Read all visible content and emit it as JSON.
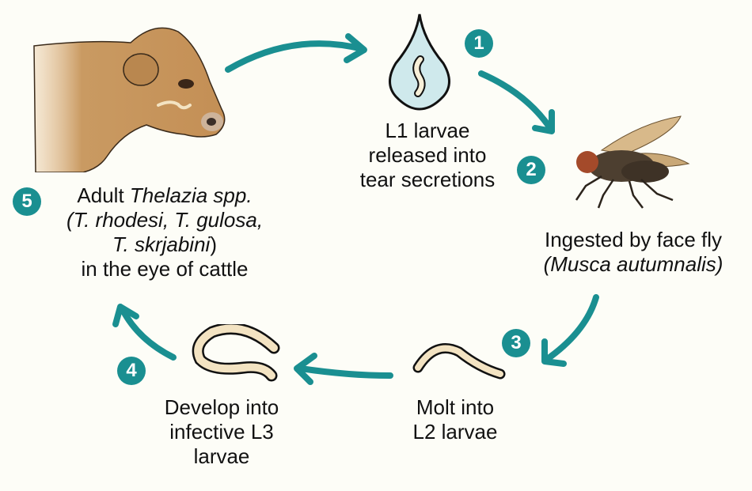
{
  "diagram": {
    "type": "life-cycle",
    "subject": "Thelazia spp. life cycle in cattle",
    "accent_color": "#1a8f91",
    "larva_fill": "#f3e3c2",
    "drop_fill": "#cfe9ec",
    "cow_color": "#c89a60"
  },
  "stages": [
    {
      "number": "1",
      "line1": "L1 larvae",
      "line2": "released into",
      "line3": "tear secretions",
      "icon": "tear-drop-with-larva-icon"
    },
    {
      "number": "2",
      "line1": "Ingested by face fly",
      "line2_italic": "(Musca autumnalis)",
      "icon": "face-fly-icon"
    },
    {
      "number": "3",
      "line1": "Molt into",
      "line2": "L2 larvae",
      "icon": "l2-larva-icon"
    },
    {
      "number": "4",
      "line1": "Develop into",
      "line2": "infective L3",
      "line3": "larvae",
      "icon": "l3-larva-icon"
    },
    {
      "number": "5",
      "line1_plain": "Adult ",
      "line1_italic": "Thelazia spp.",
      "line2_italic": "(T. rhodesi, T. gulosa,",
      "line3_italic": "T. skrjabini",
      "line3_plain": ")",
      "line4": "in the eye of cattle",
      "icon": "cattle-head-icon"
    }
  ]
}
